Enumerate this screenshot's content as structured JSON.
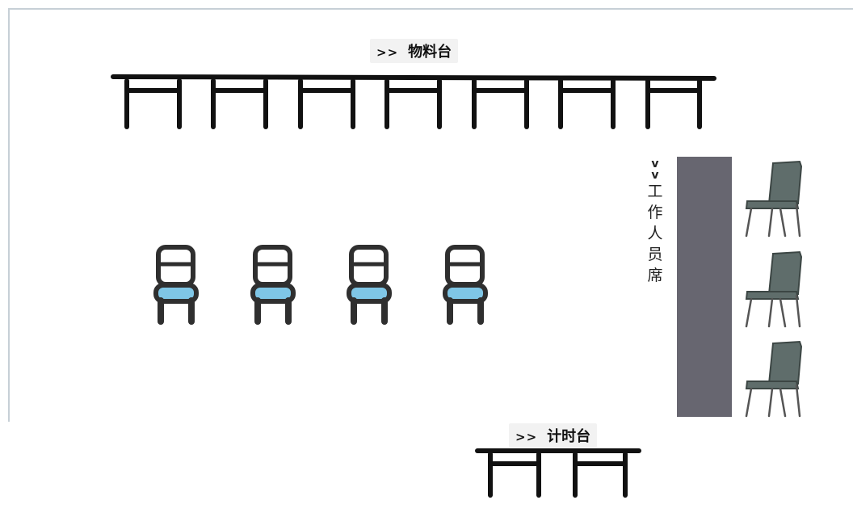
{
  "material_station": {
    "arrow": ">>",
    "label": "物料台"
  },
  "timer_station": {
    "arrow": ">>",
    "label": "计时台"
  },
  "staff_seats": {
    "arrow": "v",
    "chars": [
      "工",
      "作",
      "人",
      "员",
      "席"
    ]
  },
  "colors": {
    "table_stroke": "#111111",
    "chair_stroke": "#2f2f2f",
    "chair_seat": "#7fc6e6",
    "staff_desk": "#676670",
    "staff_chair": "#5f6d6b"
  },
  "icons": {
    "table": "table-icon",
    "chair": "chair-icon",
    "staff_chair": "staff-chair-icon"
  }
}
